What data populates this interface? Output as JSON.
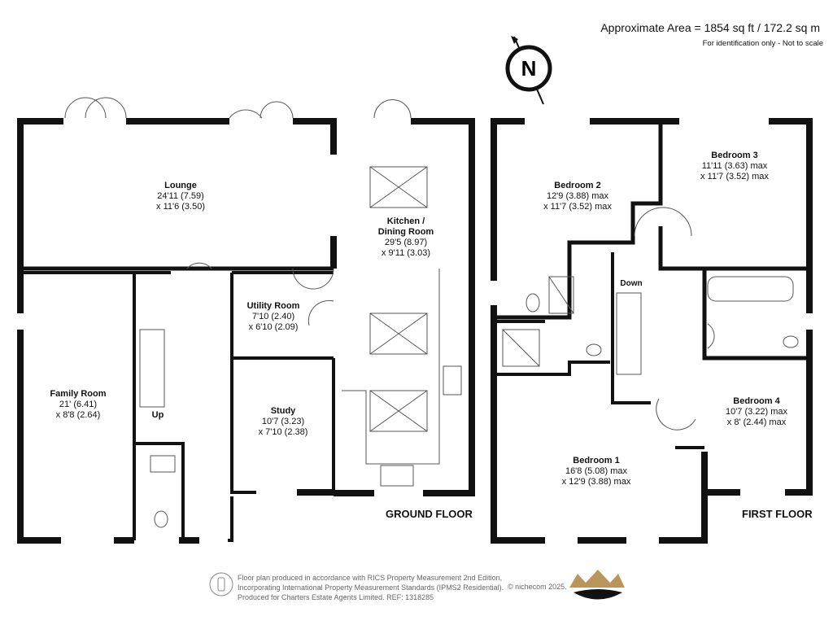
{
  "header": {
    "area": "Approximate Area = 1854 sq ft / 172.2 sq m",
    "note": "For identification only - Not to scale",
    "compass_letter": "N"
  },
  "ground_floor": {
    "label": "GROUND FLOOR",
    "rooms": {
      "lounge": {
        "name": "Lounge",
        "dim1": "24'11 (7.59)",
        "dim2": "x 11'6 (3.50)"
      },
      "kitchen": {
        "name": "Kitchen /",
        "name2": "Dining Room",
        "dim1": "29'5 (8.97)",
        "dim2": "x 9'11 (3.03)"
      },
      "utility": {
        "name": "Utility Room",
        "dim1": "7'10 (2.40)",
        "dim2": "x 6'10 (2.09)"
      },
      "study": {
        "name": "Study",
        "dim1": "10'7 (3.23)",
        "dim2": "x 7'10 (2.38)"
      },
      "family": {
        "name": "Family Room",
        "dim1": "21' (6.41)",
        "dim2": "x 8'8 (2.64)"
      }
    },
    "stairs_label": "Up"
  },
  "first_floor": {
    "label": "FIRST FLOOR",
    "rooms": {
      "bedroom1": {
        "name": "Bedroom 1",
        "dim1": "16'8 (5.08) max",
        "dim2": "x 12'9 (3.88) max"
      },
      "bedroom2": {
        "name": "Bedroom 2",
        "dim1": "12'9 (3.88) max",
        "dim2": "x 11'7 (3.52) max"
      },
      "bedroom3": {
        "name": "Bedroom 3",
        "dim1": "11'11 (3.63) max",
        "dim2": "x 11'7 (3.52) max"
      },
      "bedroom4": {
        "name": "Bedroom 4",
        "dim1": "10'7 (3.22) max",
        "dim2": "x 8' (2.44) max"
      }
    },
    "stairs_label": "Down"
  },
  "footer": {
    "line1": "Floor plan produced in accordance with RICS Property Measurement 2nd Edition,",
    "line2": "Incorporating International Property Measurement Standards (IPMS2 Residential).",
    "line3": "Produced for Charters Estate Agents Limited.   REF: 1318285",
    "copyright": "© nichecom 2025."
  },
  "colors": {
    "wall": "#111111",
    "logo_gold": "#b9975b",
    "text_grey": "#666666"
  }
}
